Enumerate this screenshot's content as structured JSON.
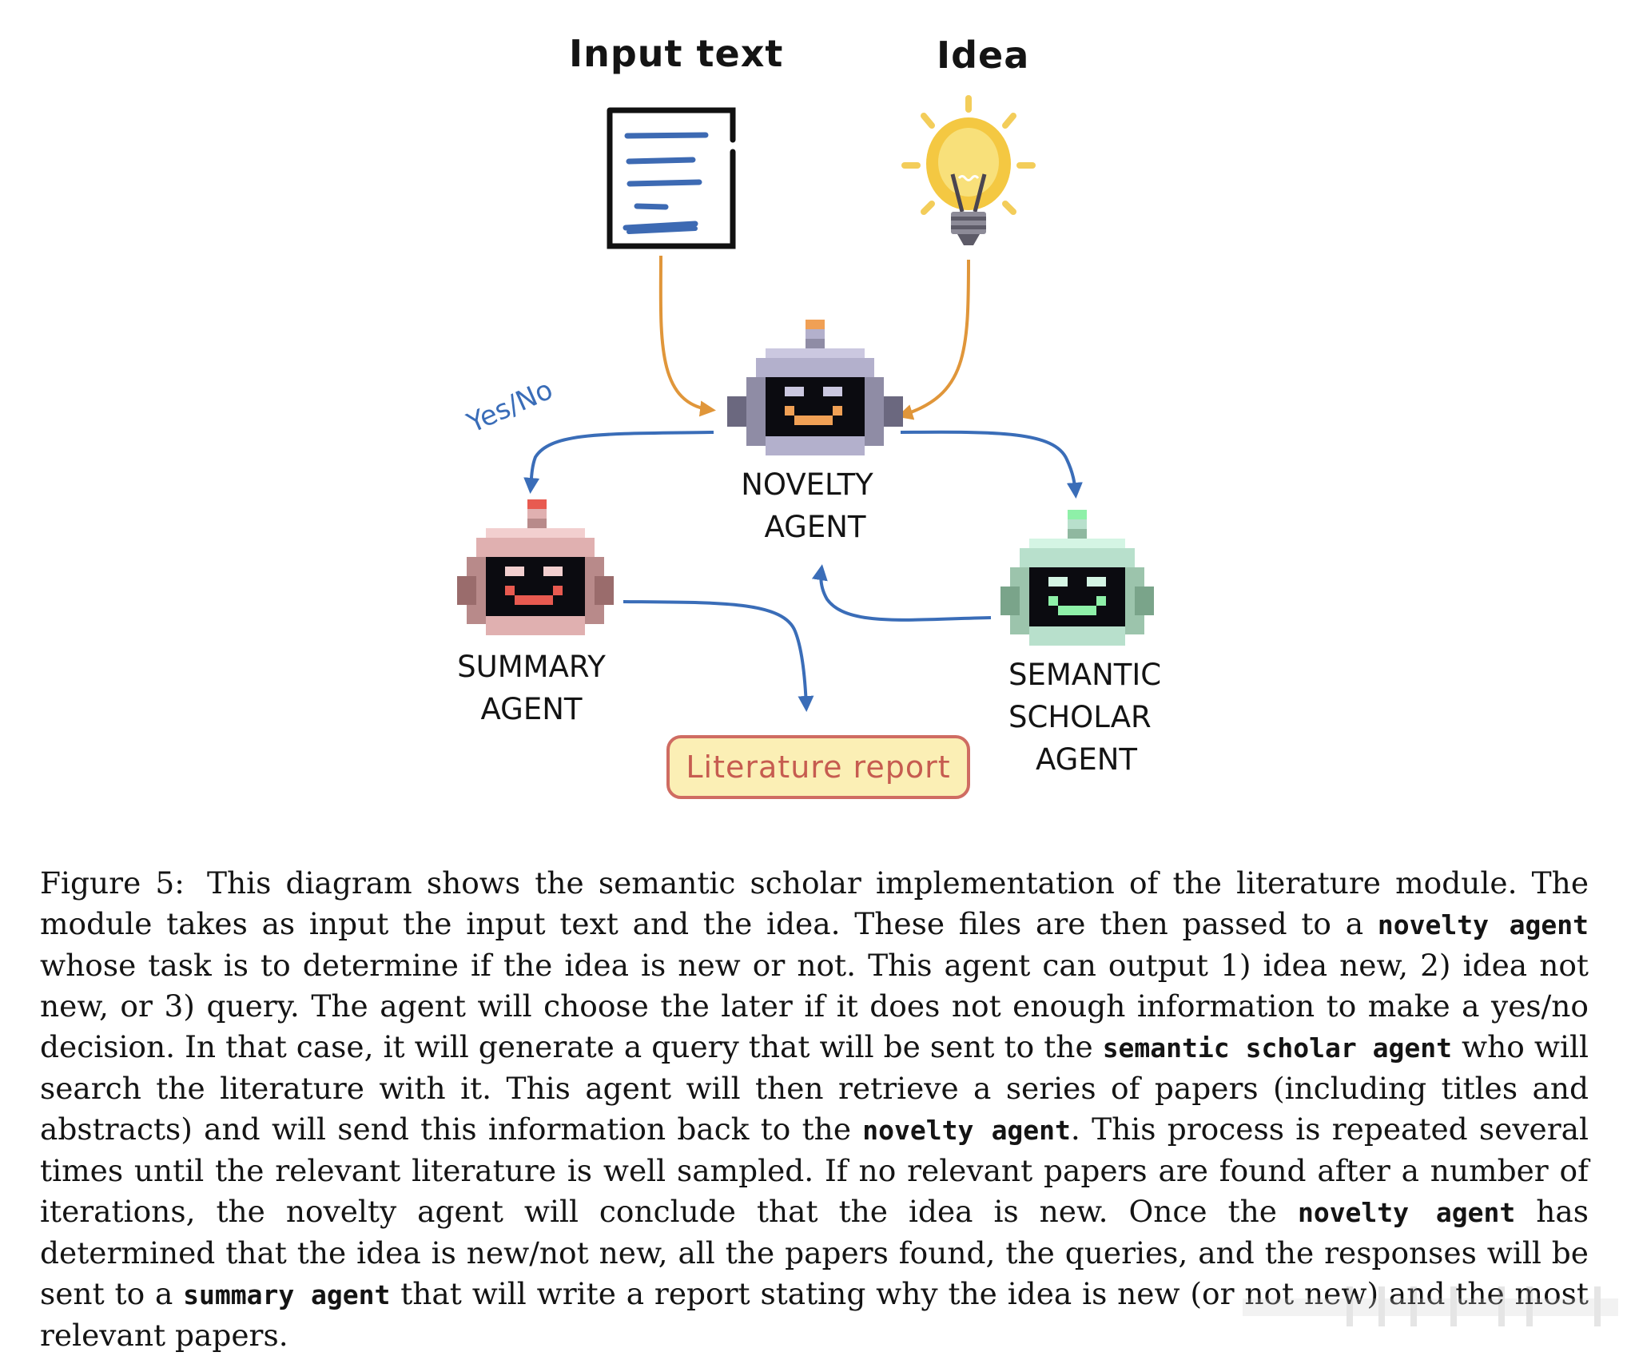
{
  "diagram": {
    "inputs": {
      "input_text": {
        "title": "Input text",
        "icon": "document-icon"
      },
      "idea": {
        "title": "Idea",
        "icon": "lightbulb-icon"
      }
    },
    "agents": {
      "novelty": {
        "line1": "NOVELTY",
        "line2": "AGENT",
        "icon": "robot-icon",
        "accent": "#f0a055",
        "body": "#b3b0cc"
      },
      "summary": {
        "line1": "SUMMARY",
        "line2": "AGENT",
        "icon": "robot-icon",
        "accent": "#e85a50",
        "body": "#e0b0b0"
      },
      "semantic_scholar": {
        "line1": "SEMANTIC",
        "line2": "SCHOLAR",
        "line3": "AGENT",
        "icon": "robot-icon",
        "accent": "#8ef0a8",
        "body": "#b8e0cc"
      }
    },
    "edge_label": "Yes/No",
    "output": {
      "label": "Literature report"
    },
    "colors": {
      "input_arrow": "#e0963a",
      "flow_arrow": "#3a6db8",
      "report_fill": "#fbefb5",
      "report_border": "#cf6c62"
    },
    "edges": [
      {
        "from": "Input text",
        "to": "NOVELTY AGENT",
        "color": "input_arrow"
      },
      {
        "from": "Idea",
        "to": "NOVELTY AGENT",
        "color": "input_arrow"
      },
      {
        "from": "NOVELTY AGENT",
        "to": "SUMMARY AGENT",
        "label": "Yes/No",
        "color": "flow_arrow"
      },
      {
        "from": "NOVELTY AGENT",
        "to": "SEMANTIC SCHOLAR AGENT",
        "color": "flow_arrow"
      },
      {
        "from": "SEMANTIC SCHOLAR AGENT",
        "to": "NOVELTY AGENT",
        "color": "flow_arrow"
      },
      {
        "from": "SUMMARY AGENT",
        "to": "Literature report",
        "color": "flow_arrow"
      }
    ]
  },
  "caption": {
    "label": "Figure 5:",
    "segments": [
      {
        "t": "This diagram shows the semantic scholar implementation of the literature module. The module takes as input the input text and the idea. These files are then passed to a "
      },
      {
        "code": "novelty agent"
      },
      {
        "t": " whose task is to determine if the idea is new or not. This agent can output 1) idea new, 2) idea not new, or 3) query. The agent will choose the later if it does not enough information to make a yes/no decision. In that case, it will generate a query that will be sent to the "
      },
      {
        "code": "semantic scholar agent"
      },
      {
        "t": " who will search the literature with it. This agent will then retrieve a series of papers (including titles and abstracts) and will send this information back to the "
      },
      {
        "code": "novelty agent"
      },
      {
        "t": ". This process is repeated several times until the relevant literature is well sampled. If no relevant papers are found after a number of iterations, the novelty agent will conclude that the idea is new. Once the "
      },
      {
        "code": "novelty agent"
      },
      {
        "t": " has determined that the idea is new/not new, all the papers found, the queries, and the responses will be sent to a "
      },
      {
        "code": "summary agent"
      },
      {
        "t": " that will write a report stating why the idea is new (or not new) and the most relevant papers."
      }
    ]
  }
}
